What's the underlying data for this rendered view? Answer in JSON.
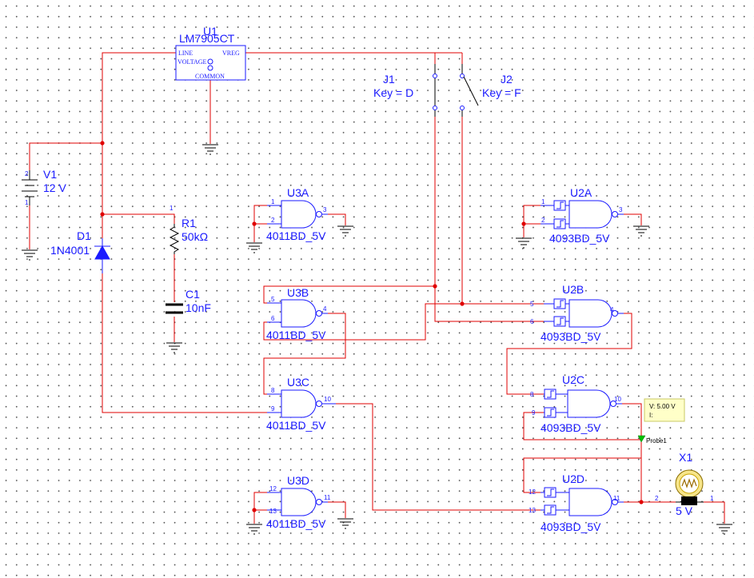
{
  "regulator": {
    "ref": "U1",
    "part": "LM7905CT",
    "pin_line": "LINE",
    "pin_voltage": "VOLTAGE",
    "pin_vreg": "VREG",
    "pin_common": "COMMON"
  },
  "v1": {
    "ref": "V1",
    "value": "12 V"
  },
  "d1": {
    "ref": "D1",
    "part": "1N4001"
  },
  "r1": {
    "ref": "R1",
    "value": "50kΩ"
  },
  "c1": {
    "ref": "C1",
    "value": "10nF"
  },
  "j1": {
    "ref": "J1",
    "key": "Key = D"
  },
  "j2": {
    "ref": "J2",
    "key": "Key = F"
  },
  "u3a": {
    "ref": "U3A",
    "part": "4011BD_5V",
    "pins": [
      "1",
      "2",
      "3"
    ]
  },
  "u3b": {
    "ref": "U3B",
    "part": "4011BD_5V",
    "pins": [
      "5",
      "6",
      "4"
    ]
  },
  "u3c": {
    "ref": "U3C",
    "part": "4011BD_5V",
    "pins": [
      "8",
      "9",
      "10"
    ]
  },
  "u3d": {
    "ref": "U3D",
    "part": "4011BD_5V",
    "pins": [
      "12",
      "13",
      "11"
    ]
  },
  "u2a": {
    "ref": "U2A",
    "part": "4093BD_5V",
    "pins": [
      "1",
      "2",
      "3"
    ]
  },
  "u2b": {
    "ref": "U2B",
    "part": "4093BD_5V",
    "pins": [
      "5",
      "6",
      "4"
    ]
  },
  "u2c": {
    "ref": "U2C",
    "part": "4093BD_5V",
    "pins": [
      "8",
      "9",
      "10"
    ]
  },
  "u2d": {
    "ref": "U2D",
    "part": "4093BD_5V",
    "pins": [
      "12",
      "13",
      "11"
    ]
  },
  "x1": {
    "ref": "X1",
    "value": "5 V",
    "pin_left": "2",
    "pin_right": "1"
  },
  "probe": {
    "label": "Probe1",
    "v_line": "V: 5.00 V",
    "i_line": "I:"
  },
  "pins": {
    "one": "1",
    "two": "2"
  }
}
